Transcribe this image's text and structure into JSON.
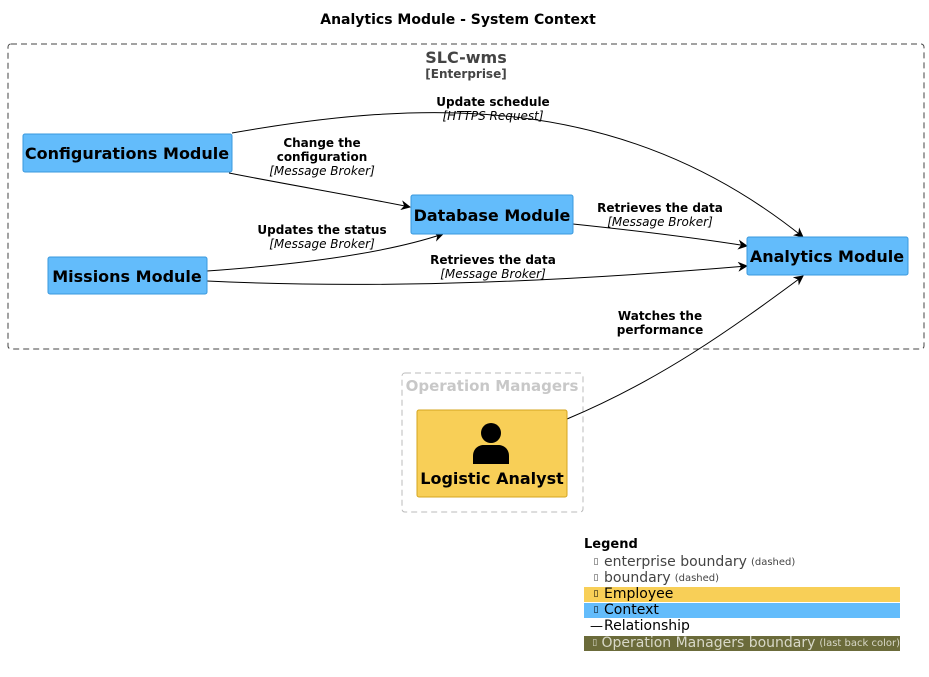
{
  "title": "Analytics Module - System Context",
  "enterprise": {
    "name": "SLC-wms",
    "type": "[Enterprise]"
  },
  "boundary": {
    "name": "Operation Managers"
  },
  "nodes": {
    "configurations": "Configurations Module",
    "database": "Database Module",
    "missions": "Missions Module",
    "analytics": "Analytics Module",
    "analyst": "Logistic Analyst"
  },
  "relations": {
    "update_schedule": {
      "label": "Update schedule",
      "tech": "[HTTPS Request]"
    },
    "change_config": {
      "label_line1": "Change the",
      "label_line2": "configuration",
      "tech": "[Message Broker]"
    },
    "updates_status": {
      "label": "Updates the status",
      "tech": "[Message Broker]"
    },
    "retrieves_db": {
      "label": "Retrieves the data",
      "tech": "[Message Broker]"
    },
    "retrieves_missions": {
      "label": "Retrieves the data",
      "tech": "[Message Broker]"
    },
    "watches": {
      "label_line1": "Watches the",
      "label_line2": "performance"
    }
  },
  "legend": {
    "title": "Legend",
    "items": [
      {
        "label": "enterprise boundary",
        "note": "(dashed)",
        "symbol": "▯"
      },
      {
        "label": "boundary",
        "note": "(dashed)",
        "symbol": "▯"
      },
      {
        "label": "Employee",
        "note": "",
        "symbol": "▯"
      },
      {
        "label": "Context",
        "note": "",
        "symbol": "▯"
      },
      {
        "label": "Relationship",
        "note": "",
        "symbol": "—"
      },
      {
        "label": "Operation Managers boundary",
        "note": "(last back color)",
        "symbol": "▯"
      }
    ]
  },
  "colors": {
    "context_fill": "#63bcfb",
    "context_stroke": "#3a98dc",
    "employee_fill": "#f8cf57",
    "employee_stroke": "#d4a51f",
    "boundary_legend_bg": "#6b6b3a",
    "boundary_title": "#c8c8c8",
    "boundary_stroke": "#444444"
  },
  "icons": {
    "person": "person-icon"
  }
}
